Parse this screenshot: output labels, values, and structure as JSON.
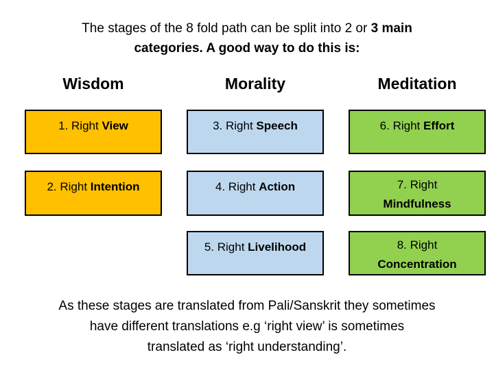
{
  "title": {
    "line1_regular": "The stages of the 8 fold path can be split into 2 or ",
    "line1_bold": "3 main",
    "line2_bold": "categories. A good way to do this is:"
  },
  "columns": [
    {
      "header": "Wisdom",
      "box_color": "#FFC000",
      "items": [
        {
          "prefix": "1. Right ",
          "keyword": "View"
        },
        {
          "prefix": "2. Right ",
          "keyword": "Intention"
        }
      ]
    },
    {
      "header": "Morality",
      "box_color": "#BDD7EE",
      "items": [
        {
          "prefix": "3. Right ",
          "keyword": "Speech"
        },
        {
          "prefix": "4. Right ",
          "keyword": "Action"
        },
        {
          "prefix": "5. Right ",
          "keyword": "Livelihood"
        }
      ]
    },
    {
      "header": "Meditation",
      "box_color": "#92D050",
      "items": [
        {
          "prefix": "6. Right ",
          "keyword": "Effort"
        },
        {
          "prefix": "7. Right ",
          "keyword": "Mindfulness"
        },
        {
          "prefix": "8. Right ",
          "keyword": "Concentration"
        }
      ]
    }
  ],
  "footer": {
    "line1": "As these stages are translated from Pali/Sanskrit they sometimes",
    "line2": "have different translations e.g ‘right view’ is sometimes",
    "line3": "translated as ‘right understanding’."
  },
  "colors": {
    "border": "#000000",
    "background": "#FFFFFF"
  }
}
